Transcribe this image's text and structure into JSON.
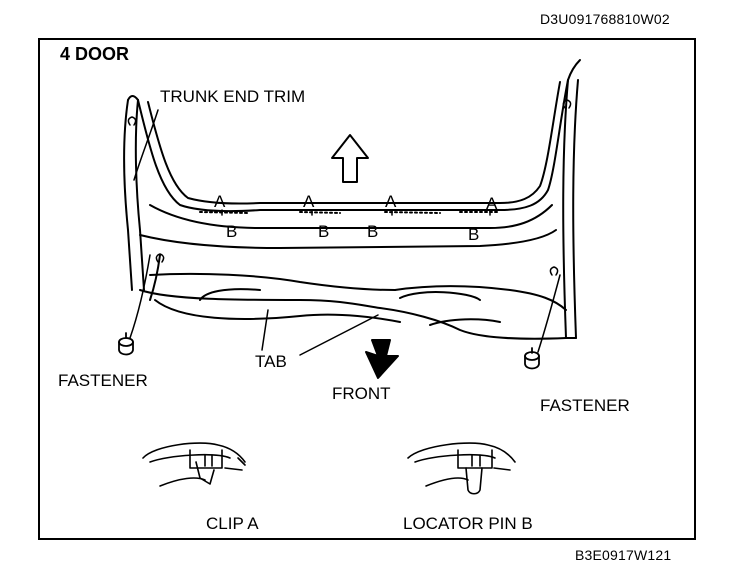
{
  "header_code": "D3U091768810W02",
  "footer_code": "B3E0917W121",
  "variant": "4 DOOR",
  "labels": {
    "trunk_end_trim": "TRUNK END TRIM",
    "fastener_left": "FASTENER",
    "fastener_right": "FASTENER",
    "tab": "TAB",
    "front": "FRONT",
    "clip_a": "CLIP A",
    "locator_pin_b": "LOCATOR PIN B"
  },
  "points": {
    "a": [
      "A",
      "A",
      "A",
      "A"
    ],
    "b": [
      "B",
      "B",
      "B",
      "B"
    ]
  }
}
